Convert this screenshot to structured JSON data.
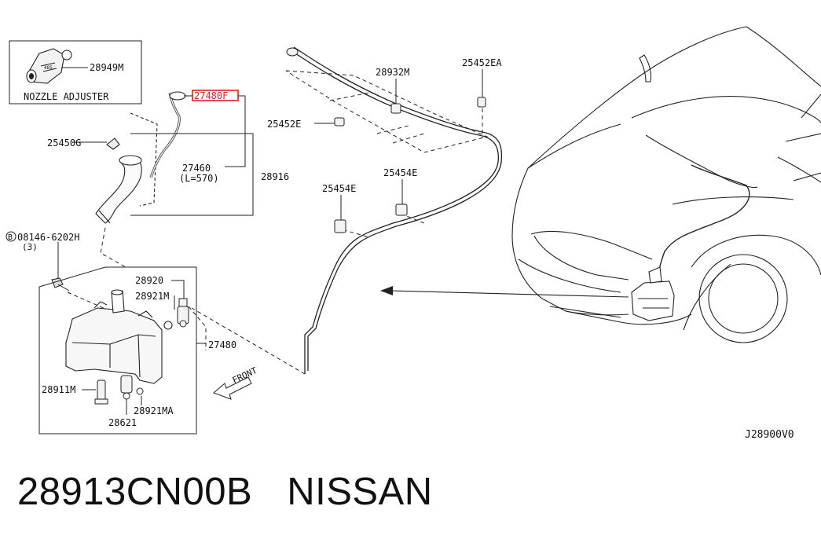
{
  "inset": {
    "title": "NOZZLE ADJUSTER",
    "part": "28949M"
  },
  "highlight": {
    "label": "27480F",
    "color": "#e01e24"
  },
  "labels": {
    "p28932M": "28932M",
    "p25452EA": "25452EA",
    "p25452E": "25452E",
    "p25450G": "25450G",
    "p27460": "27460",
    "p27460_len": "(L=570)",
    "p28916": "28916",
    "p25454E_right": "25454E",
    "p25454E_left": "25454E",
    "bolt_ref": "08146-6202H",
    "bolt_qty": "(3)",
    "p28920": "28920",
    "p28921M": "28921M",
    "p27480": "27480",
    "p28911M": "28911M",
    "p28921MA": "28921MA",
    "p28621": "28621",
    "front": "FRONT",
    "diagram_code": "J28900V0"
  },
  "footer": {
    "part_number": "28913CN00B",
    "brand": "NISSAN"
  }
}
